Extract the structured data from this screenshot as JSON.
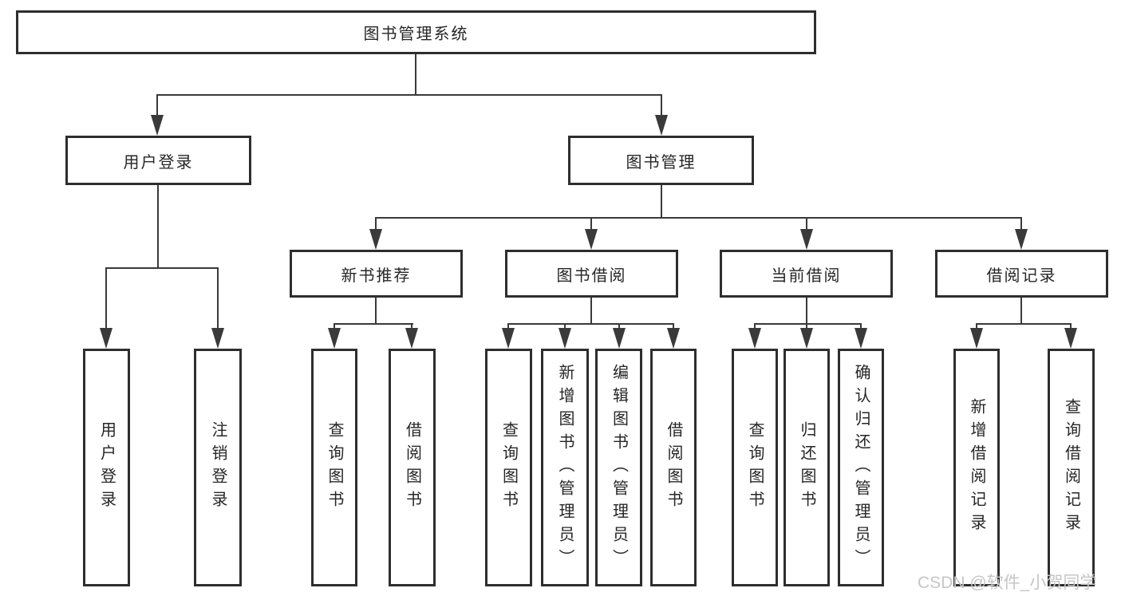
{
  "tree": {
    "root": "图书管理系统",
    "branches": [
      {
        "label": "用户登录",
        "children": [
          "用户登录",
          "注销登录"
        ]
      },
      {
        "label": "图书管理",
        "modules": [
          {
            "label": "新书推荐",
            "children": [
              "查询图书",
              "借阅图书"
            ]
          },
          {
            "label": "图书借阅",
            "children": [
              "查询图书",
              "新增图书（管理员）",
              "编辑图书（管理员）",
              "借阅图书"
            ]
          },
          {
            "label": "当前借阅",
            "children": [
              "查询图书",
              "归还图书",
              "确认归还（管理员）"
            ]
          },
          {
            "label": "借阅记录",
            "children": [
              "新增借阅记录",
              "查询借阅记录"
            ]
          }
        ]
      }
    ]
  },
  "watermark": {
    "text": "CSDN @软件_小贺同学"
  },
  "colors": {
    "line": "#3a3a3a",
    "box_border": "#2e2e2e",
    "text": "#262626",
    "watermark": "#c6c6c6",
    "background": "#ffffff"
  }
}
